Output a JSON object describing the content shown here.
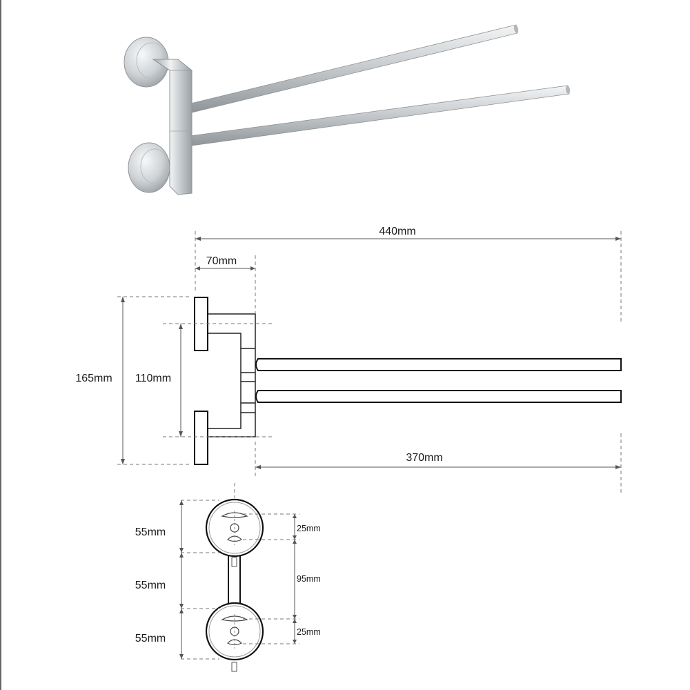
{
  "drawing": {
    "colors": {
      "steel_light": "#e9ebec",
      "steel_mid": "#b9bec2",
      "steel_dark": "#8a9095",
      "line": "#111111"
    },
    "side_view": {
      "overall_length": "440mm",
      "base_depth": "70mm",
      "overall_height": "165mm",
      "mount_spacing": "110mm",
      "arm_length": "370mm"
    },
    "front_view": {
      "top_plate": "55mm",
      "middle_gap": "55mm",
      "bottom_plate": "55mm",
      "top_hole": "25mm",
      "hole_spacing": "95mm",
      "bottom_hole": "25mm"
    }
  }
}
